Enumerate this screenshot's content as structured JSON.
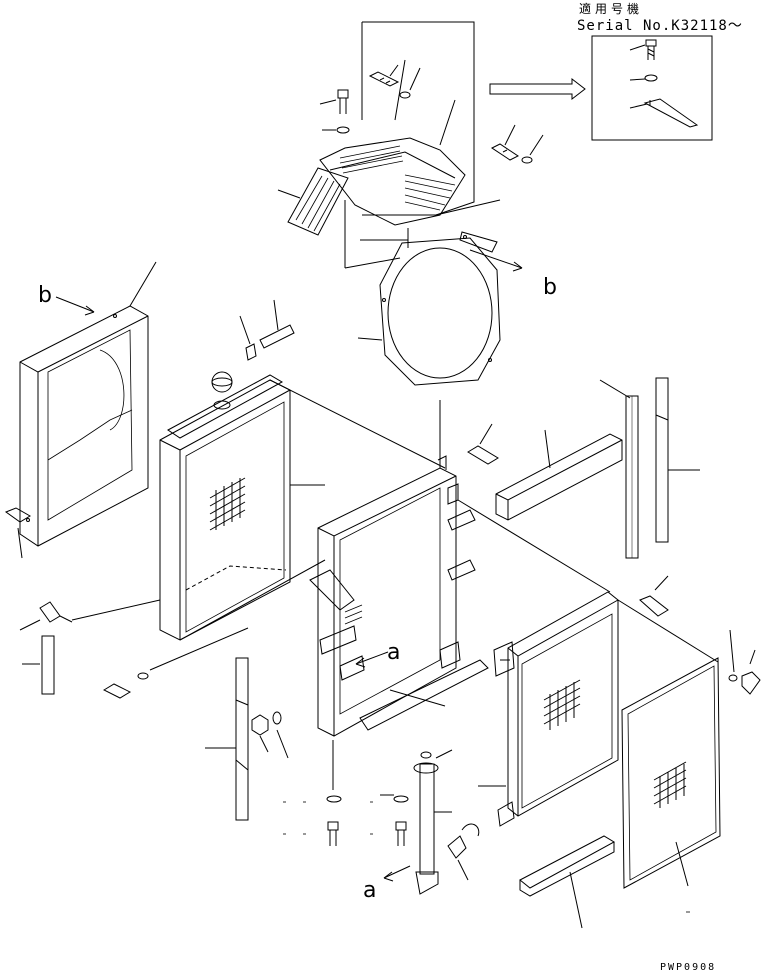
{
  "serial_box": {
    "applicable_label": "適用号機",
    "serial_label": "Serial No.K32118～"
  },
  "callouts": {
    "b_left": "b",
    "b_right": "b",
    "a_center": "a",
    "a_bottom": "a"
  },
  "drawing_code": "PWP0908"
}
